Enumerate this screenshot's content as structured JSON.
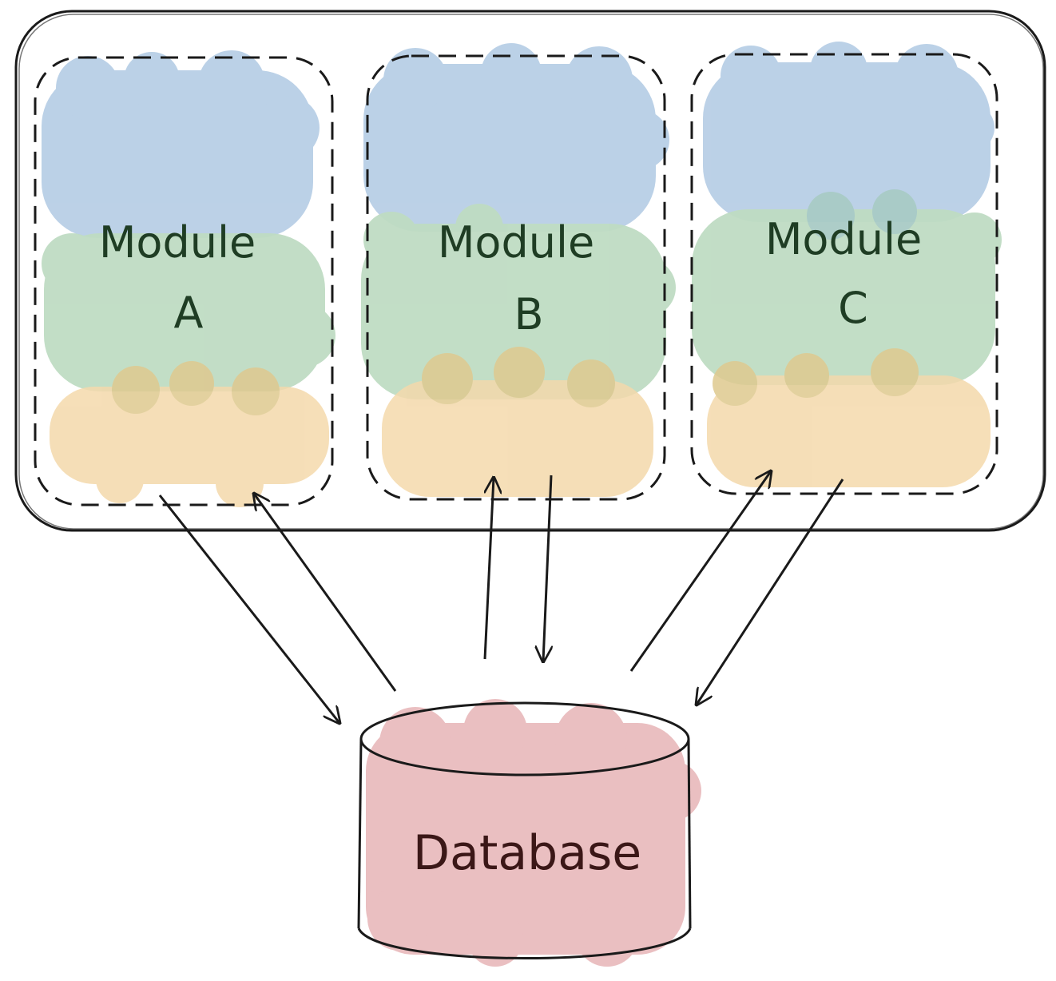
{
  "modules": [
    {
      "id": "a",
      "label_line1": "Module",
      "label_line2": "A"
    },
    {
      "id": "b",
      "label_line1": "Module",
      "label_line2": "B"
    },
    {
      "id": "c",
      "label_line1": "Module",
      "label_line2": "C"
    }
  ],
  "database": {
    "label": "Database"
  },
  "colors": {
    "layer_top": "#b8cfe6",
    "layer_middle": "#bfdcc3",
    "layer_bottom": "#f4d9ab",
    "database_fill": "#e8b9bb",
    "stroke": "#1a1a1a",
    "module_text": "#1f3d24",
    "database_text": "#3b1717"
  }
}
